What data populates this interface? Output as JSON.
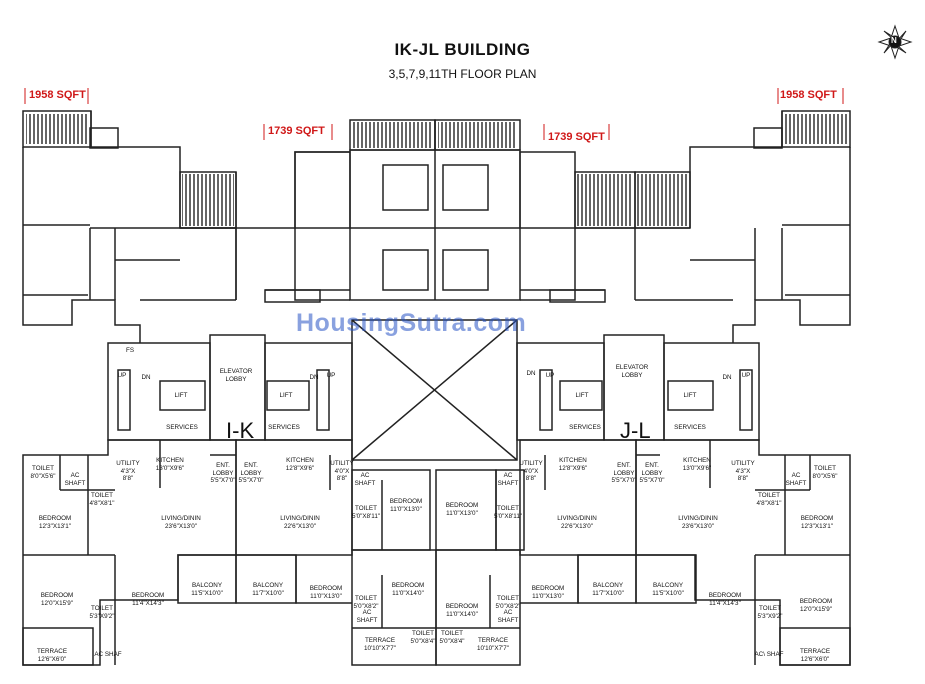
{
  "title": "IK-JL BUILDING",
  "subtitle": "3,5,7,9,11TH FLOOR PLAN",
  "watermark": "HousingSutra.com",
  "compass_label": "N",
  "area_labels": {
    "left_outer": "1958 SQFT",
    "left_inner": "1739 SQFT",
    "right_inner": "1739 SQFT",
    "right_outer": "1958 SQFT"
  },
  "wings": {
    "left": "I-K",
    "right": "J-L"
  },
  "core": {
    "elevator_lobby": "ELEVATOR\nLOBBY",
    "lift": "LIFT",
    "services": "SERVICES",
    "fs": "FS",
    "up": "UP",
    "dn": "DN"
  },
  "rooms": [
    {
      "id": "l-toilet-1",
      "text": "TOILET\n8'0\"X5'6\""
    },
    {
      "id": "l-ac-1",
      "text": "AC\nSHAFT"
    },
    {
      "id": "l-toilet-2",
      "text": "TOILET\n4'8\"X8'1\""
    },
    {
      "id": "l-bedroom-1",
      "text": "BEDROOM\n12'3\"X13'1\""
    },
    {
      "id": "l-utility",
      "text": "UTILITY\n4'3\"X\n8'8\""
    },
    {
      "id": "l-kitchen",
      "text": "KITCHEN\n13'0\"X9'6\""
    },
    {
      "id": "l-living",
      "text": "LIVING/DININ\n23'6\"X13'0\""
    },
    {
      "id": "l-ent-lobby",
      "text": "ENT.\nLOBBY\n5'5\"X7'0\""
    },
    {
      "id": "l-bedroom-2",
      "text": "BEDROOM\n12'0\"X15'9\""
    },
    {
      "id": "l-toilet-3",
      "text": "TOILET\n5'3\"X9'2\""
    },
    {
      "id": "l-bedroom-3",
      "text": "BEDROOM\n11'4\"X14'3\""
    },
    {
      "id": "l-balcony-1",
      "text": "BALCONY\n11'5\"X10'0\""
    },
    {
      "id": "l-terrace",
      "text": "TERRACE\n12'6\"X6'0\""
    },
    {
      "id": "l-ac-2",
      "text": "AC SHAF"
    },
    {
      "id": "m1-ent-lobby",
      "text": "ENT.\nLOBBY\n5'5\"X7'0\""
    },
    {
      "id": "m1-kitchen",
      "text": "KITCHEN\n12'8\"X9'6\""
    },
    {
      "id": "m1-utility",
      "text": "UTILITY\n4'0\"X\n8'8\""
    },
    {
      "id": "m1-living",
      "text": "LIVING/DININ\n22'6\"X13'0\""
    },
    {
      "id": "m1-ac",
      "text": "AC\nSHAFT"
    },
    {
      "id": "m1-toilet-1",
      "text": "TOILET\n5'0\"X8'11\""
    },
    {
      "id": "m1-bedroom-1",
      "text": "BEDROOM\n11'0\"X13'0\""
    },
    {
      "id": "m1-balcony",
      "text": "BALCONY\n11'7\"X10'0\""
    },
    {
      "id": "m1-bedroom-2",
      "text": "BEDROOM\n11'0\"X13'0\""
    },
    {
      "id": "m1-toilet-2",
      "text": "TOILET\n5'0\"X8'2\""
    },
    {
      "id": "m1-ac-2",
      "text": "AC\nSHAFT"
    },
    {
      "id": "m1-bedroom-3",
      "text": "BEDROOM\n11'0\"X14'0\""
    },
    {
      "id": "m1-terrace",
      "text": "TERRACE\n10'10\"X7'7\""
    },
    {
      "id": "m1-toilet-3",
      "text": "TOILET\n5'0\"X8'4\""
    },
    {
      "id": "m2-bedroom-1",
      "text": "BEDROOM\n11'0\"X13'0\""
    },
    {
      "id": "m2-ac",
      "text": "AC\nSHAFT"
    },
    {
      "id": "m2-toilet-1",
      "text": "TOILET\n5'0\"X8'11\""
    },
    {
      "id": "m2-utility",
      "text": "UTILITY\n4'0\"X\n8'8\""
    },
    {
      "id": "m2-kitchen",
      "text": "KITCHEN\n12'8\"X9'6\""
    },
    {
      "id": "m2-ent-lobby",
      "text": "ENT.\nLOBBY\n5'5\"X7'0\""
    },
    {
      "id": "m2-living",
      "text": "LIVING/DININ\n22'6\"X13'0\""
    },
    {
      "id": "m2-bedroom-2",
      "text": "BEDROOM\n11'0\"X14'0\""
    },
    {
      "id": "m2-toilet-2",
      "text": "TOILET\n5'0\"X8'2\""
    },
    {
      "id": "m2-ac-2",
      "text": "AC\nSHAFT"
    },
    {
      "id": "m2-bedroom-3",
      "text": "BEDROOM\n11'0\"X13'0\""
    },
    {
      "id": "m2-balcony",
      "text": "BALCONY\n11'7\"X10'0\""
    },
    {
      "id": "m2-toilet-3",
      "text": "TOILET\n5'0\"X8'4\""
    },
    {
      "id": "m2-terrace",
      "text": "TERRACE\n10'10\"X7'7\""
    },
    {
      "id": "r-ent-lobby",
      "text": "ENT.\nLOBBY\n5'5\"X7'0\""
    },
    {
      "id": "r-kitchen",
      "text": "KITCHEN\n13'0\"X9'6\""
    },
    {
      "id": "r-utility",
      "text": "UTILITY\n4'3\"X\n8'8\""
    },
    {
      "id": "r-living",
      "text": "LIVING/DININ\n23'6\"X13'0\""
    },
    {
      "id": "r-ac-1",
      "text": "AC\nSHAFT"
    },
    {
      "id": "r-toilet-1",
      "text": "TOILET\n8'0\"X5'6\""
    },
    {
      "id": "r-toilet-2",
      "text": "TOILET\n4'8\"X8'1\""
    },
    {
      "id": "r-bedroom-1",
      "text": "BEDROOM\n12'3\"X13'1\""
    },
    {
      "id": "r-balcony",
      "text": "BALCONY\n11'5\"X10'0\""
    },
    {
      "id": "r-bedroom-2",
      "text": "BEDROOM\n11'4\"X14'3\""
    },
    {
      "id": "r-toilet-3",
      "text": "TOILET\n5'3\"X9'2\""
    },
    {
      "id": "r-bedroom-3",
      "text": "BEDROOM\n12'0\"X15'9\""
    },
    {
      "id": "r-ac-2",
      "text": "AC\\ SHAF"
    },
    {
      "id": "r-terrace",
      "text": "TERRACE\n12'6\"X6'0\""
    }
  ]
}
